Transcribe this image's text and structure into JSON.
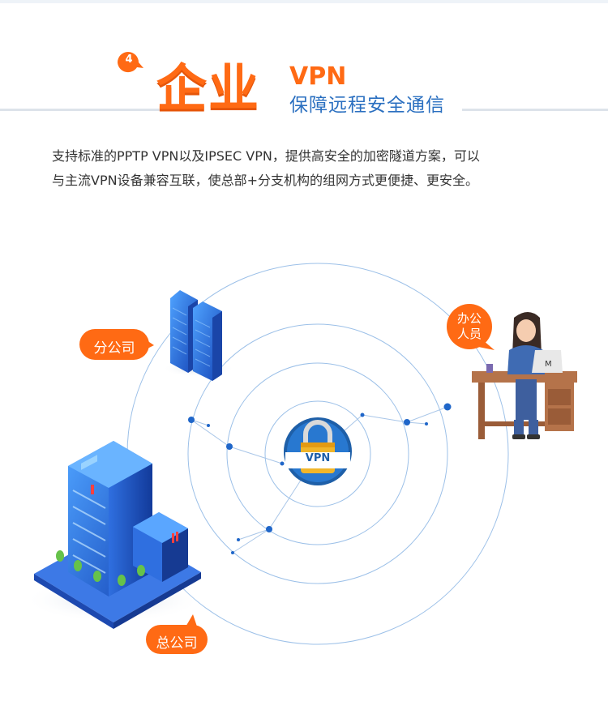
{
  "header": {
    "number": "4",
    "title": "企业",
    "title_vpn": "VPN",
    "subtitle": "保障远程安全通信"
  },
  "description": {
    "line1": "支持标准的PPTP VPN以及IPSEC VPN，提供高安全的加密隧道方案，可以",
    "line2": "与主流VPN设备兼容互联，使总部+分支机构的组网方式更便捷、更安全。"
  },
  "diagram": {
    "branch_label": "分公司",
    "hq_label": "总公司",
    "office_label_line1": "办公",
    "office_label_line2": "人员",
    "center_label": "VPN"
  },
  "colors": {
    "accent_orange": "#ff6a14",
    "brand_blue": "#2a6fc0",
    "ring_blue": "#9cc0e8"
  }
}
